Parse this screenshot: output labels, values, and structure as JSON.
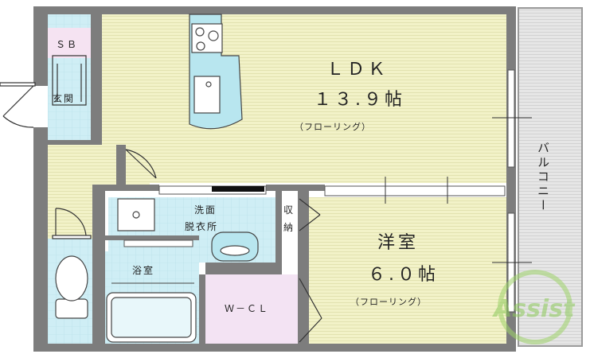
{
  "rooms": {
    "sb": "ＳＢ",
    "entrance": "玄関",
    "ldk_name": "ＬＤＫ",
    "ldk_size": "１３.９帖",
    "ldk_floor": "（フローリング）",
    "balcony": "バルコニー",
    "washroom_1": "洗面",
    "washroom_2": "脱衣所",
    "storage_1": "収",
    "storage_2": "納",
    "bedroom_name": "洋室",
    "bedroom_size": "６.０帖",
    "bedroom_floor": "（フローリング）",
    "bath": "浴室",
    "wcl": "Ｗ－ＣＬ"
  },
  "watermark": "Assist",
  "colors": {
    "wall": "#7d7d7d",
    "floor": "#f2f2c8",
    "stripe": "#e2e2b0",
    "tile": "#cfeef5",
    "wcl": "#f3e3f3",
    "balcony": "#e0e0e0",
    "fixture": "#b8e6ef",
    "fixture_stroke": "#4a4a4a"
  }
}
